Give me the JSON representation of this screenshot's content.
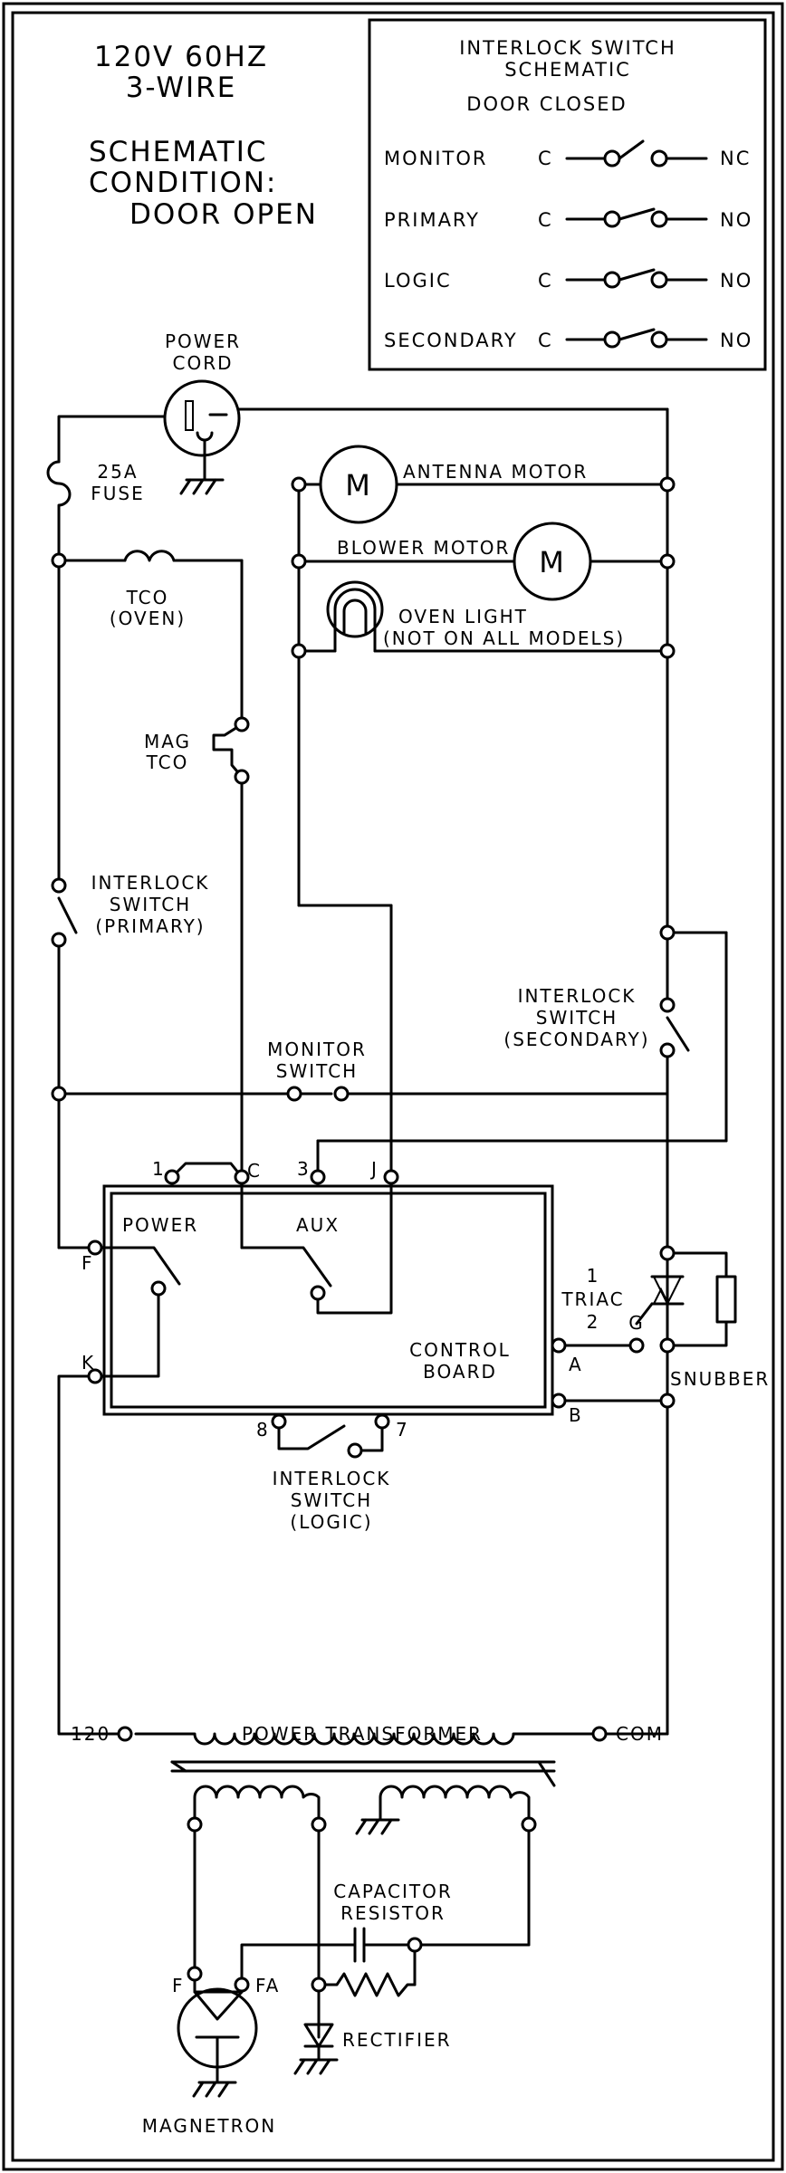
{
  "header": {
    "power_line1": "120V 60HZ",
    "power_line2": "3-WIRE",
    "condition_line1": "SCHEMATIC",
    "condition_line2": "CONDITION:",
    "condition_line3": "DOOR OPEN"
  },
  "legend": {
    "title_line1": "INTERLOCK SWITCH",
    "title_line2": "SCHEMATIC",
    "subtitle": "DOOR CLOSED",
    "rows": [
      {
        "name": "MONITOR",
        "common": "C",
        "state": "NC"
      },
      {
        "name": "PRIMARY",
        "common": "C",
        "state": "NO"
      },
      {
        "name": "LOGIC",
        "common": "C",
        "state": "NO"
      },
      {
        "name": "SECONDARY",
        "common": "C",
        "state": "NO"
      }
    ]
  },
  "components": {
    "power_cord_line1": "POWER",
    "power_cord_line2": "CORD",
    "fuse_line1": "25A",
    "fuse_line2": "FUSE",
    "motor_symbol": "M",
    "antenna_motor": "ANTENNA MOTOR",
    "blower_motor": "BLOWER MOTOR",
    "tco_line1": "TCO",
    "tco_line2": "(OVEN)",
    "oven_light_line1": "OVEN LIGHT",
    "oven_light_line2": "(NOT ON ALL MODELS)",
    "mag_tco_line1": "MAG",
    "mag_tco_line2": "TCO",
    "primary_line1": "INTERLOCK",
    "primary_line2": "SWITCH",
    "primary_line3": "(PRIMARY)",
    "secondary_line1": "INTERLOCK",
    "secondary_line2": "SWITCH",
    "secondary_line3": "(SECONDARY)",
    "monitor_line1": "MONITOR",
    "monitor_line2": "SWITCH",
    "logic_line1": "INTERLOCK",
    "logic_line2": "SWITCH",
    "logic_line3": "(LOGIC)",
    "control_power": "POWER",
    "control_aux": "AUX",
    "control_board_line1": "CONTROL",
    "control_board_line2": "BOARD",
    "triac_1": "1",
    "triac_label": "TRIAC",
    "triac_2": "2",
    "triac_g": "G",
    "snubber": "SNUBBER",
    "transformer": "POWER TRANSFORMER",
    "tap_120": "120",
    "tap_com": "COM",
    "capacitor_line1": "CAPACITOR",
    "capacitor_line2": "RESISTOR",
    "rectifier": "RECTIFIER",
    "magnetron": "MAGNETRON",
    "mag_f": "F",
    "mag_fa": "FA"
  },
  "terminals": {
    "t1": "1",
    "tc": "C",
    "t3": "3",
    "tj": "J",
    "tf": "F",
    "tk": "K",
    "ta": "A",
    "tb": "B",
    "t8": "8",
    "t7": "7"
  }
}
